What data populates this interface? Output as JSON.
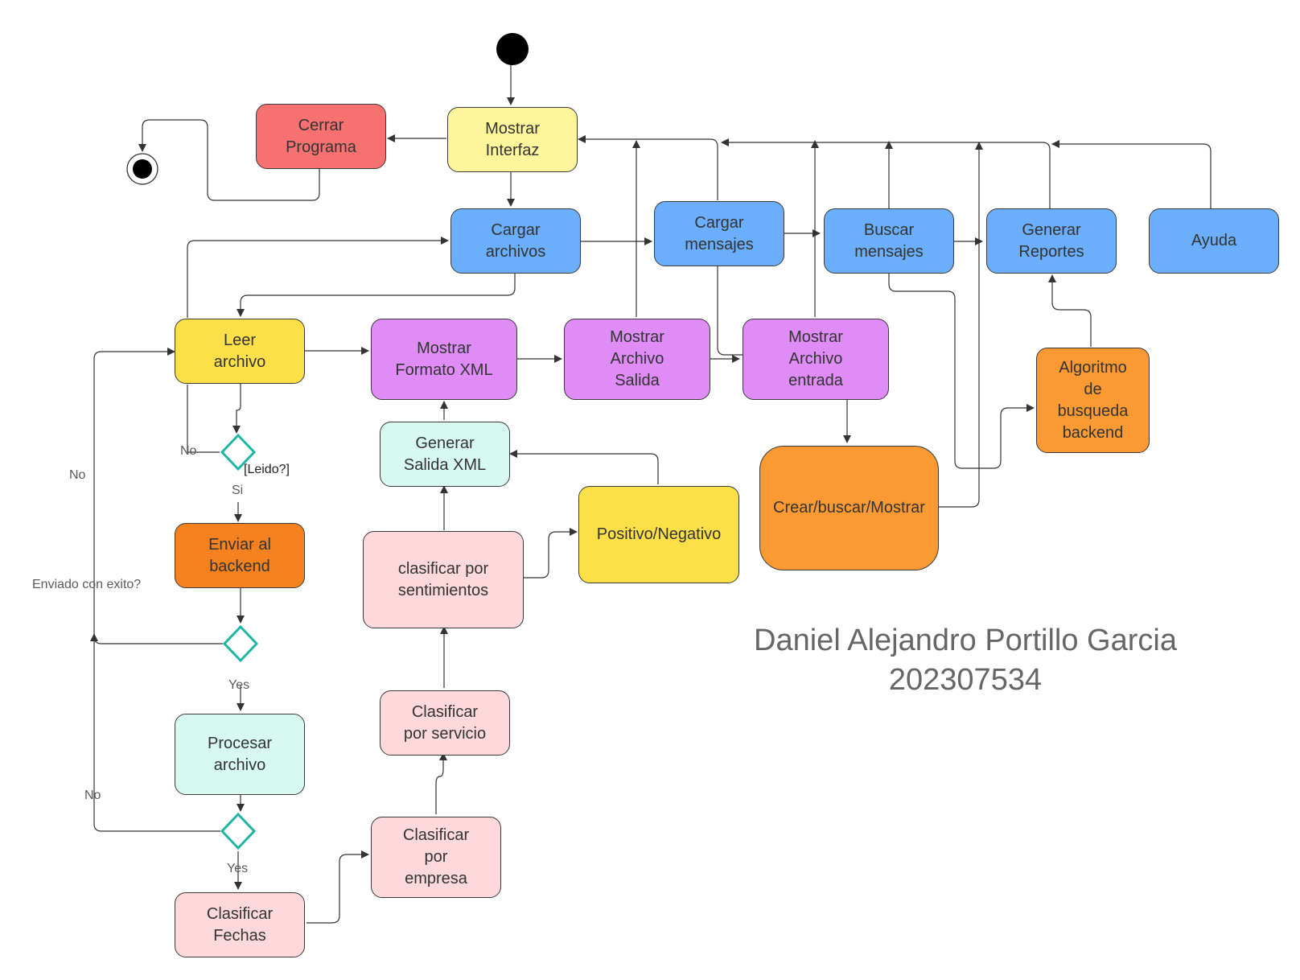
{
  "nodes": {
    "mostrar_interfaz": "Mostrar\nInterfaz",
    "cerrar_programa": "Cerrar\nPrograma",
    "cargar_archivos": "Cargar\narchivos",
    "cargar_mensajes": "Cargar\nmensajes",
    "buscar_mensajes": "Buscar\nmensajes",
    "generar_reportes": "Generar\nReportes",
    "ayuda": "Ayuda",
    "leer_archivo": "Leer\narchivo",
    "mostrar_formato_xml": "Mostrar\nFormato XML",
    "mostrar_archivo_salida": "Mostrar\nArchivo\nSalida",
    "mostrar_archivo_entrada": "Mostrar\nArchivo\nentrada",
    "algoritmo_busqueda": "Algoritmo\nde\nbusqueda\nbackend",
    "generar_salida_xml": "Generar\nSalida XML",
    "crear_buscar_mostrar": "Crear/buscar/Mostrar",
    "positivo_negativo": "Positivo/Negativo",
    "enviar_backend": "Enviar al\nbackend",
    "clasificar_sentimientos": "clasificar por\nsentimientos",
    "clasificar_servicio": "Clasificar\npor servicio",
    "procesar_archivo": "Procesar\narchivo",
    "clasificar_empresa": "Clasificar\npor\nempresa",
    "clasificar_fechas": "Clasificar\nFechas"
  },
  "labels": {
    "no_leido": "No",
    "leido_guard": "[Leido?]",
    "si": "Si",
    "no_left_1": "No",
    "enviado_exito": "Enviado con exito?",
    "yes_1": "Yes",
    "no_left_2": "No",
    "yes_2": "Yes"
  },
  "author": {
    "name": "Daniel Alejandro Portillo Garcia",
    "id": "202307534"
  },
  "colors": {
    "start_end": "#000000",
    "decision_stroke": "#1fb5a5",
    "edge": "#333333"
  }
}
